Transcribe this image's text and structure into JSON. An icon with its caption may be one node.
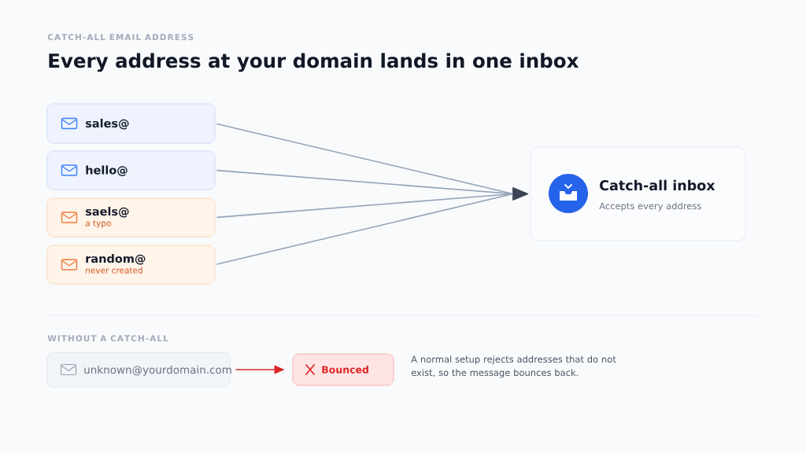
{
  "diagram": {
    "title": "Every address at your domain lands in one inbox",
    "nodes": [
      {
        "text": [
          "sales@"
        ]
      },
      {
        "text": [
          "hello@"
        ]
      },
      {
        "text": [
          "saels@",
          "a typo"
        ]
      },
      {
        "text": [
          "random@",
          "never created"
        ]
      },
      {
        "text": [
          "Catch-all inbox",
          "Accepts every address"
        ]
      },
      {
        "text": [
          "unknown@yourdomain.com"
        ]
      },
      {
        "text": [
          "Bounced"
        ]
      }
    ],
    "edges": [
      {
        "from": 0,
        "to": 4,
        "arrow": "to"
      },
      {
        "from": 1,
        "to": 4,
        "arrow": "to"
      },
      {
        "from": 2,
        "to": 4,
        "arrow": "to"
      },
      {
        "from": 3,
        "to": 4,
        "arrow": "to"
      },
      {
        "from": 5,
        "to": 6,
        "arrow": "to",
        "color": "#dc2626"
      }
    ],
    "labels": [
      "CATCH-ALL EMAIL ADDRESS",
      "WITHOUT A CATCH-ALL",
      "A normal setup rejects addresses that do not exist, so the message bounces back."
    ]
  }
}
